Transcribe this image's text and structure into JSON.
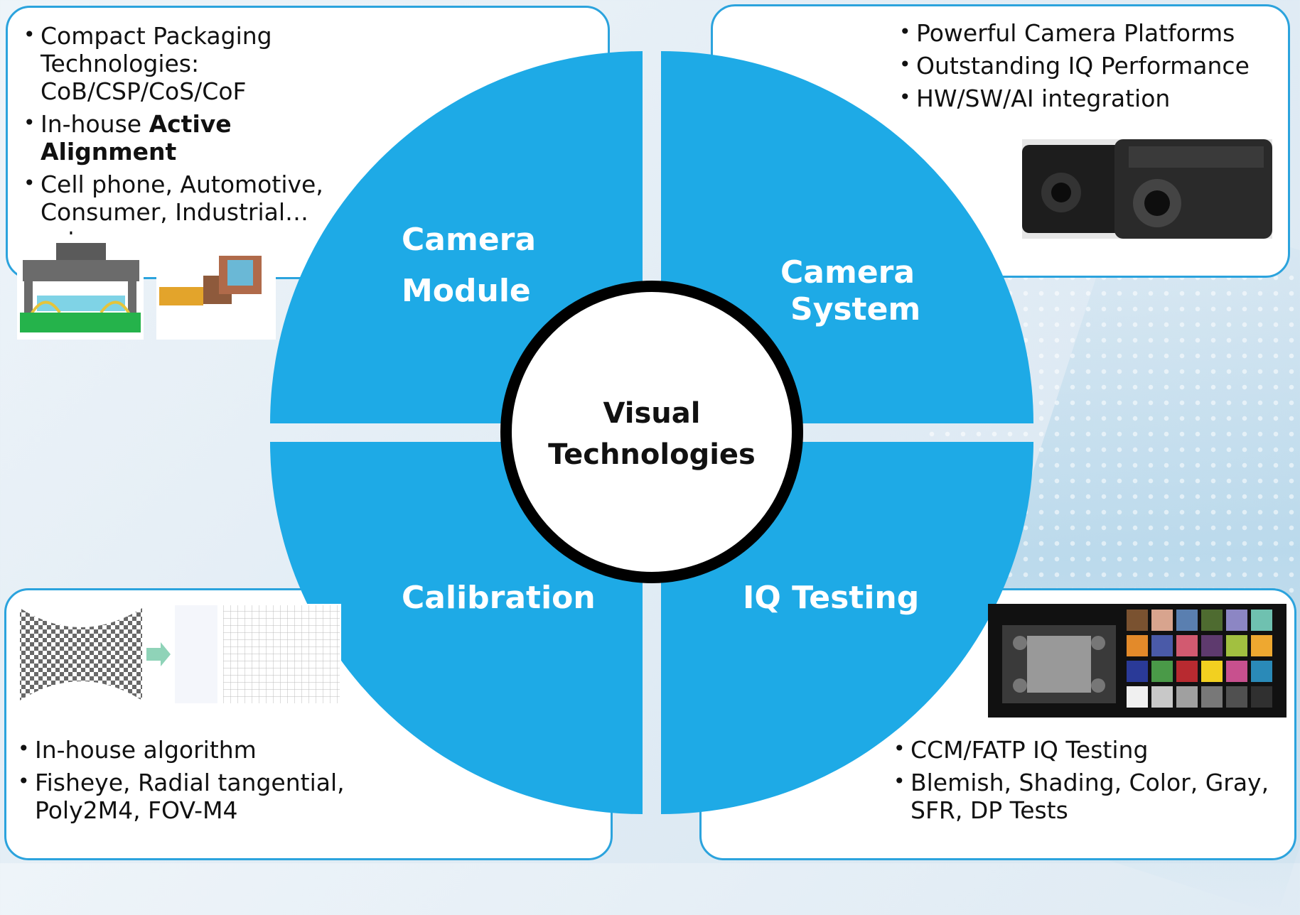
{
  "center": {
    "line1": "Visual",
    "line2": "Technologies"
  },
  "quadrants": {
    "camera_module": {
      "line1": "Camera",
      "line2": "Module"
    },
    "camera_system": {
      "line1": "Camera",
      "line2": "System"
    },
    "calibration": {
      "label": "Calibration"
    },
    "iq_testing": {
      "label": "IQ Testing"
    }
  },
  "cards": {
    "top_left": {
      "bullets": [
        "Compact Packaging Technologies: CoB/CSP/CoS/CoF",
        {
          "prefix": "In-house ",
          "bold": "Active Alignment"
        },
        "Cell phone, Automotive, Consumer, Industrial…category"
      ]
    },
    "top_right": {
      "bullets": [
        "Powerful Camera Platforms",
        "Outstanding IQ Performance",
        "HW/SW/AI integration"
      ]
    },
    "bottom_left": {
      "bullets": [
        "In-house algorithm",
        "Fisheye, Radial tangential, Poly2M4, FOV-M4"
      ]
    },
    "bottom_right": {
      "bullets": [
        "CCM/FATP IQ Testing",
        "Blemish, Shading, Color, Gray, SFR, DP Tests"
      ]
    }
  },
  "colors": {
    "accent": "#1eaae6",
    "card_border": "#2ba3dd",
    "ring": "#000000"
  }
}
